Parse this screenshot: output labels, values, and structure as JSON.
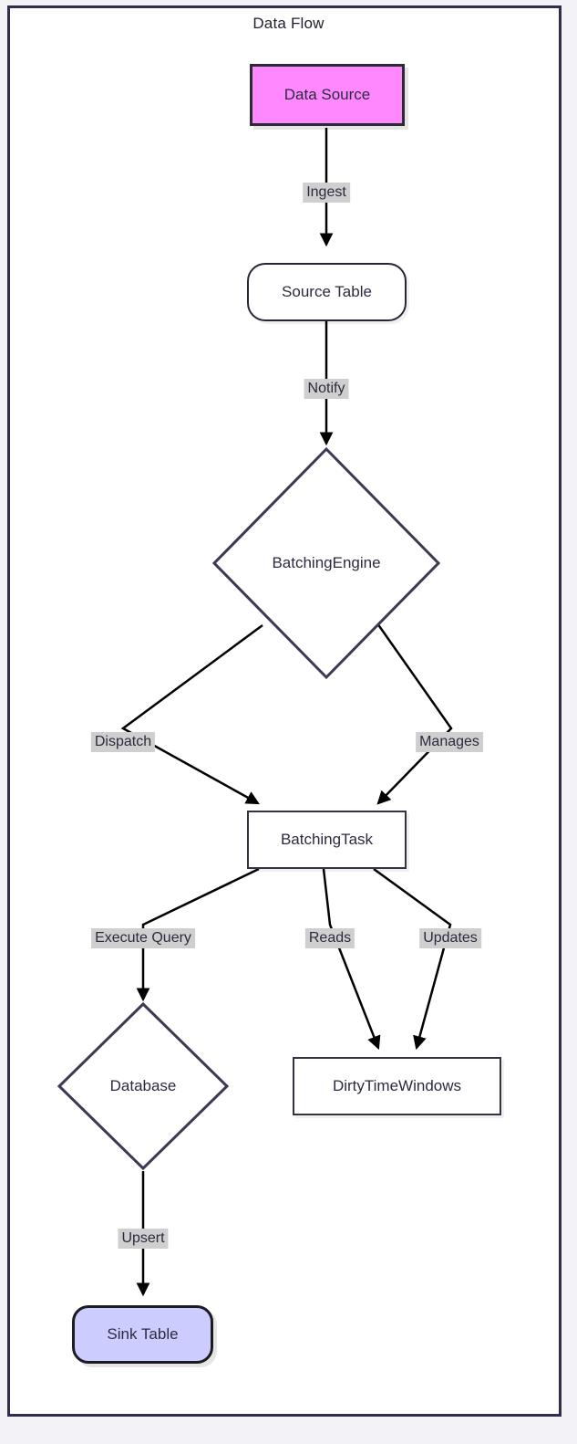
{
  "diagram": {
    "title": "Data Flow",
    "type": "flowchart",
    "direction": "top-down",
    "colors": {
      "frame_border": "#2f2f4a",
      "page_background": "#f2f2f7",
      "node_fill_default": "#ffffff",
      "node_border_default": "#333344",
      "source_fill": "#ff88ff",
      "sink_fill": "#ccccff",
      "edge_stroke": "#000000",
      "edge_label_background": "#cfcfcf",
      "text": "#2b2b40"
    },
    "nodes": [
      {
        "id": "data-source",
        "label": "Data Source",
        "shape": "rect",
        "style": "source"
      },
      {
        "id": "source-table",
        "label": "Source Table",
        "shape": "rounded",
        "style": "default"
      },
      {
        "id": "batching-engine",
        "label": "BatchingEngine",
        "shape": "diamond",
        "style": "default"
      },
      {
        "id": "batching-task",
        "label": "BatchingTask",
        "shape": "rect",
        "style": "default"
      },
      {
        "id": "database",
        "label": "Database",
        "shape": "diamond",
        "style": "default"
      },
      {
        "id": "dirty-time-windows",
        "label": "DirtyTimeWindows",
        "shape": "rect",
        "style": "default"
      },
      {
        "id": "sink-table",
        "label": "Sink Table",
        "shape": "rounded",
        "style": "sink"
      }
    ],
    "edges": [
      {
        "id": "e-ingest",
        "from": "data-source",
        "to": "source-table",
        "label": "Ingest"
      },
      {
        "id": "e-notify",
        "from": "source-table",
        "to": "batching-engine",
        "label": "Notify"
      },
      {
        "id": "e-dispatch",
        "from": "batching-engine",
        "to": "batching-task",
        "label": "Dispatch"
      },
      {
        "id": "e-manages",
        "from": "batching-engine",
        "to": "batching-task",
        "label": "Manages"
      },
      {
        "id": "e-exec",
        "from": "batching-task",
        "to": "database",
        "label": "Execute Query"
      },
      {
        "id": "e-reads",
        "from": "batching-task",
        "to": "dirty-time-windows",
        "label": "Reads"
      },
      {
        "id": "e-updates",
        "from": "batching-task",
        "to": "dirty-time-windows",
        "label": "Updates"
      },
      {
        "id": "e-upsert",
        "from": "database",
        "to": "sink-table",
        "label": "Upsert"
      }
    ]
  }
}
